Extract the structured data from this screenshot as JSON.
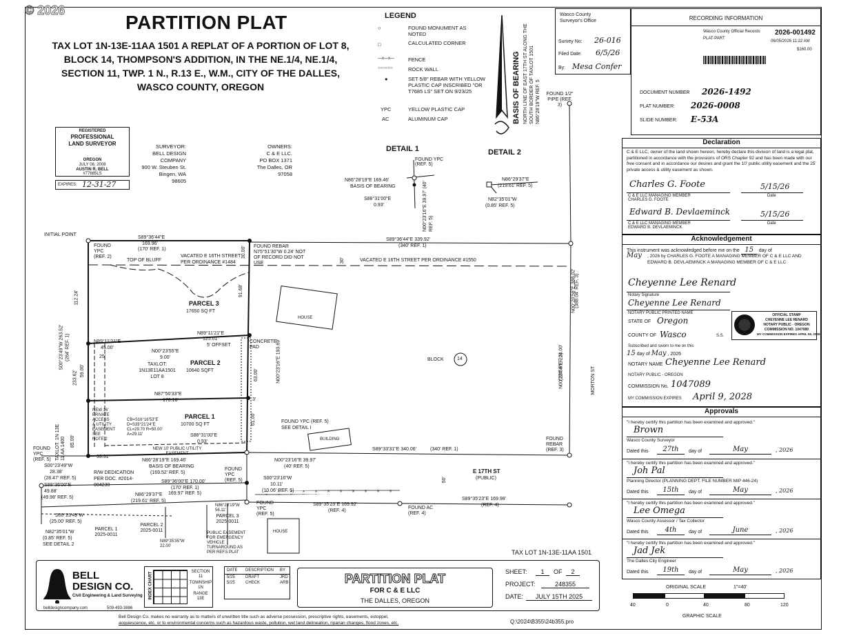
{
  "watermark": "© 2026",
  "title": {
    "main": "PARTITION PLAT",
    "lines": [
      "TAX LOT 1N-13E-11AA 1501 A REPLAT OF A PORTION OF LOT 8,",
      "BLOCK 14, THOMPSON'S ADDITION, IN THE NE.1/4, NE.1/4,",
      "SECTION 11, TWP. 1 N., R.13 E., W.M., CITY OF THE DALLES,",
      "WASCO COUNTY, OREGON"
    ]
  },
  "legend": {
    "title": "LEGEND",
    "items": [
      {
        "symbol": "○",
        "text": "FOUND MONUMENT AS NOTED"
      },
      {
        "symbol": "□",
        "text": "CALCULATED CORNER"
      },
      {
        "symbol": "—x—x—",
        "text": "FENCE"
      },
      {
        "symbol": "○○○○○○",
        "text": "ROCK WALL"
      },
      {
        "symbol": "●",
        "text": "SET 5/8\" REBAR WITH YELLOW PLASTIC CAP INSCRIBED \"OR T7685 LS\" SET ON 9/23/25"
      },
      {
        "symbol": "YPC",
        "text": "YELLOW PLASTIC CAP"
      },
      {
        "symbol": "AC",
        "text": "ALUMINUM CAP"
      }
    ]
  },
  "basis_of_bearing": {
    "title": "BASIS OF BEARING",
    "text": "NORTH LINE OF EAST 17TH ST ALONG THE SOUTH BORDER OF TAXLOT 1501 N86°28'19\"W REF. 5"
  },
  "surveyor_office": {
    "header": "Wasco County Surveyor's Office",
    "survey_label": "Survey No:",
    "survey_no": "26-016",
    "filed_label": "Filed Date:",
    "filed_date": "6/5/26",
    "by_label": "By:",
    "by": "Mesa Confer"
  },
  "recording": {
    "header": "RECORDING INFORMATION",
    "record_no": "2026-001492",
    "lines": [
      "Wasco County Official Records",
      "PLAT-PART",
      "06/05/2026 11:22 AM",
      "$160.00"
    ],
    "document_label": "DOCUMENT NUMBER",
    "document": "2026-1492",
    "plat_label": "PLAT NUMBER:",
    "plat": "2026-0008",
    "slide_label": "SLIDE NUMBER:",
    "slide": "E-53A"
  },
  "stamp": {
    "lines": [
      "REGISTERED",
      "PROFESSIONAL",
      "LAND SURVEYOR",
      "OREGON",
      "JULY 08, 2008",
      "AUSTIN R. BELL",
      "#77685LS"
    ],
    "expires_label": "EXPIRES:",
    "expires": "12-31-27"
  },
  "surveyor": {
    "label": "SURVEYOR:",
    "lines": [
      "BELL DESIGN COMPANY",
      "900 W. Steuben St.",
      "Bingen, WA",
      "98605"
    ]
  },
  "owners": {
    "label": "OWNERS:",
    "lines": [
      "C & E LLC.",
      "PO BOX 1371",
      "The Dalles, OR",
      "97058"
    ]
  },
  "details": {
    "d1_title": "DETAIL 1",
    "d1_found": "FOUND YPC (REF. 5)",
    "d1_bearing": "N86°28'19\"E 169.46'",
    "d1_basis": "BASIS OF BEARING",
    "d1_s88": "S88°31'00\"E",
    "d1_093": "0.93'",
    "d1_n00": "N00°23'16\"E 39.97' (40' REF. 5)",
    "d2_title": "DETAIL 2",
    "d2_n86": "N86°29'37\"E",
    "d2_219": "(219.61' REF. 5)",
    "d2_n82": "N82°35'01\"W",
    "d2_085": "(0.85' REF. 5)"
  },
  "plat": {
    "initial_point": "INITIAL POINT",
    "found_ypc_ref2": "FOUND YPC (REF. 2)",
    "top_bearing": "S89°36'44\"E",
    "top_dist": "169.96'",
    "top_ref": "(170' REF. 1)",
    "top_of_bluff": "TOP OF BLUFF",
    "vacated16_left": "VACATED E 16TH STREET PER ORDINANCE #1484",
    "found_rebar_note": "FOUND REBAR N75°51'30\"W 0.24' NOT OF RECORD DID NOT USE",
    "top_right_bearing": "S89°36'44\"E 339.92'",
    "top_right_ref": "(340' REF. 1)",
    "vacated16_right": "VACATED E 16TH STREET PER ORDINANCE #1550",
    "thirty": "30'",
    "found_pipe": "FOUND 1/2\" PIPE (REF. 3)",
    "parcel3": "PARCEL 3",
    "parcel3_area": "17650 SQ FT",
    "house": "HOUSE",
    "d9168": "91.68'",
    "d30": "30.00'",
    "left_112": "112.24'",
    "left_263": "S00°23'49\"W 263.52'",
    "left_ref": "(264' REF. 1)",
    "n89_11_21": "N89°11'21\"E",
    "d45": "45.00'",
    "n89_11_21_r": "N89°11'21\"E",
    "d125": "125.01'",
    "offset5": "5' OFFSET",
    "concrete_pad": "CONCRETE PAD",
    "n00_23_55": "N00°23'55\"E",
    "d9": "9.00'",
    "d25": "25'",
    "parcel2": "PARCEL 2",
    "parcel2_area": "10640 SQFT",
    "taxlot_note": "TAXLOT: 1N13E11AA1501 LOT 8",
    "d233": "233.62'",
    "d59": "59.00'",
    "d3": "3'",
    "n87_50_33": "N87°50'33\"E",
    "d170_16": "170.16'",
    "parcel1": "PARCEL 1",
    "parcel1_area": "10700 SQ FT",
    "curve": "CB=S16°16'53\"E D=S33°21'24\"E CL=29.70 R=50.00' A=29.11'",
    "new_private_easement": "NEW 16' PRIVATE ACCESS & UTILITY EASEMENT SEE NOTE 2",
    "new_public_easement": "NEW 10' PUBLIC UTILITY EASEMENT",
    "s88_31_00": "S88°31'00\"E",
    "d093": "0.93'",
    "d61": "61.00'",
    "d63": "63.00'",
    "right_193": "N00°23'16\"E 193.69'",
    "found_ypc_ref5_detail": "FOUND YPC (REF. 5) SEE DETAIL I",
    "building": "BUILDING",
    "block": "BLOCK",
    "block_no": "14",
    "n00_20_58_388": "N00°20'58\"E 388.02'",
    "ref_388": "(388.04' REF. 3)",
    "n00_20_58_224": "N00°20'58\"E 224.00'",
    "ref_224": "(224' REF. 3)",
    "morton": "MORTON ST",
    "found_rebar_ref3": "FOUND REBAR (REF. 3)",
    "s89_33_31": "S89°33'31\"E 340.06'",
    "ref_340": "(340' REF. 1)",
    "e17": "E 17TH ST",
    "public": "(PUBLIC)",
    "fifty": "50'",
    "taxlot_1400": "TAXLOT: 1N 13E 11 AA 1400",
    "d85": "85.00'",
    "d33": "33.31'",
    "found_ypc_ref5_a": "FOUND YPC (REF. 5)",
    "s00_23_49": "S00°23'49\"W",
    "d28_38": "28.38'",
    "ref_28_47": "(28.47' REF. 5)",
    "s89_36_00": "S89°36'00\"E",
    "d49_88": "49.88'",
    "ref_49_98": "(49.98' REF. 5)",
    "n86_28_19": "N86°28'19\"E 169.46'",
    "basis": "BASIS OF BEARING",
    "ref_169_52": "(169.52' REF. 5)",
    "rw_dedication": "R/W DEDICATION PER DOC. #2014-004230",
    "n00_23_16_40": "N00°23'16\"E 39.97'",
    "ref_40": "(40' REF. 5)",
    "found_ypc_ref5_b": "FOUND YPC (REF. 5)",
    "s89_36_00_170": "S89°36'00\"E 170.00'",
    "ref_170": "(170' REF. 1)",
    "ref_169_97": "169.97' REF. 5)",
    "n86_29_37": "N86°29'37\"E",
    "ref_219": "(219.61' REF. 5)",
    "s00_23_16": "S00°23'16\"W",
    "d10_11": "10.11'",
    "ref_10_06": "(10.06' REF. 5)",
    "found_ypc_ref5_c": "FOUND YPC (REF. 5)",
    "s89_35_23_l": "S89°35'23\"E 169.92'",
    "ref4_l": "(REF. 4)",
    "found_ac": "FOUND AC (REF. 4)",
    "s89_35_23_r": "S89°35'23\"E 169.98'",
    "ref4_r": "(REF. 4)",
    "s00_23_49_25": "S00°23'49\"W",
    "ref_25": "(25.00' REF. 5)",
    "n82_35_01": "N82°35'01\"W",
    "ref_085": "(0.85' REF. 5)",
    "see_detail2": "SEE DETAIL 2",
    "parcel1_2025": "PARCEL 1 2025-0011",
    "parcel2_2025": "PARCEL 2 2025-0011",
    "parcel3_2025": "PARCEL 3 2025-0011",
    "n86_28_19_56": "N86°28'19\"W 56.11'",
    "n89_35_35": "N89°35'35\"W 22.00'",
    "public_easement": "PUBLIC EASEMENT FOR EMERGENCY VEHICLE TURNAROUND AS PER REF.5 PLAT",
    "house2": "HOUSE",
    "taxlot_bottom": "TAX LOT 1N-13E-11AA 1501"
  },
  "declaration": {
    "title": "Declaration",
    "text": "C & E LLC, owner of the land shown hereon, hereby declare this division of land is a legal plat, partitioned in accordance with the provisions of ORS Chapter 92 and has been made with our free consent and in accordance our desires and grant the 10' public utility easement and the 25' private access & utility easement as shown.",
    "sig1": "Charles G. Foote",
    "date1": "5/15/26",
    "role1": "C & E LLC MANAGING MEMBER",
    "name1": "CHARLES G. FOOTE",
    "sig2": "Edward B. Devlaeminck",
    "date2": "5/15/26",
    "role2": "C & E LLC MANAGING MEMBER",
    "name2": "EDWARD B. DEVLAEMINCK",
    "date_label": "Date"
  },
  "acknowledgement": {
    "title": "Acknowledgement",
    "line1_a": "This instrument was acknowledged before me on the",
    "day": "15",
    "line1_b": "day of",
    "month": "May",
    "line2": ", 2026 by CHARLES G. FOOTE A MANAGING MEMBER OF C & E LLC AND EDWARD B. DEVLAEMINCK A MANAGING MEMBER OF C & E LLC",
    "notary_sig_label": "Notary Signature",
    "notary_sig": "Cheyenne Lee Renard",
    "notary_name_label": "NOTARY PUBLIC PRINTED NAME",
    "notary_name": "Cheyenne Lee Renard",
    "state_label": "STATE OF",
    "state": "Oregon",
    "county_label": "COUNTY OF",
    "county": "Wasco",
    "ss": "S.S.",
    "subscribed": "Subscribed and sworn to me on this",
    "sub_day": "15",
    "sub_dayof": "day of",
    "sub_month": "May",
    "sub_year": ", 2026",
    "notary_label": "NOTARY NAME",
    "notary": "Cheyenne Lee Renard",
    "np_oregon": "NOTARY PUBLIC - OREGON",
    "commission_label": "COMMISSION No.",
    "commission": "1047089",
    "expires_label": "MY COMMISSION EXPIRES",
    "expires": "April 9, 2028",
    "stamp": [
      "OFFICIAL STAMP",
      "CHEYENNE LEE RENARD",
      "NOTARY PUBLIC - OREGON",
      "COMMISSION NO. 1047089",
      "MY COMMISSION EXPIRES APRIL 09, 2028"
    ]
  },
  "approvals": {
    "title": "Approvals",
    "cert": "\"I hereby certify this partition has been examined and approved.\"",
    "dated": "Dated this",
    "dayof": "day of",
    "items": [
      {
        "sig": "Brown",
        "role": "Wasco County Surveyor",
        "day": "27th",
        "month": "May",
        "year": ", 2026"
      },
      {
        "sig": "Joh Pal",
        "role": "Planning Director (PLANNING DEPT. FILE NUMBER MIP 446-24)",
        "day": "15th",
        "month": "May",
        "year": ", 2026"
      },
      {
        "sig": "Lee Omega",
        "role": "Wasco County Assessor / Tax Collector",
        "day": "4th",
        "month": "June",
        "year": ", 2026"
      },
      {
        "sig": "Jad Jek",
        "role": "The Dalles City Engineer",
        "day": "19th",
        "month": "May",
        "year": ", 2026"
      }
    ]
  },
  "scale": {
    "original": "ORIGINAL SCALE",
    "ratio": "1\"=40'",
    "ticks": [
      "40",
      "0",
      "40",
      "80",
      "120"
    ],
    "label": "GRAPHIC SCALE"
  },
  "title_block": {
    "company": "BELL DESIGN CO.",
    "sub": "Civil Engineering & Land Surveying",
    "web": "belldesigncompany.com",
    "phone": "509-493-3886",
    "index_chart": "INDEX CHART",
    "section": "SECTION",
    "section_no": "11",
    "township": "TOWNSHIP",
    "township_no": "1N",
    "range": "RANGE",
    "range_no": "13E",
    "rev_headers": [
      "DATE",
      "DESCRIPTION",
      "BY"
    ],
    "rev_rows": [
      [
        "5/25",
        "DRAFT",
        "JRD"
      ],
      [
        "5/25",
        "CHECK",
        "ARB"
      ]
    ],
    "plat_title": "PARTITION PLAT",
    "for": "FOR C & E LLC",
    "city": "THE DALLES, OREGON",
    "sheet_label": "SHEET:",
    "sheet": "1",
    "of": "OF",
    "sheets": "2",
    "project_label": "PROJECT:",
    "project": "248355",
    "date_label": "DATE:",
    "date": "JULY 15TH 2025",
    "disclaimer1": "Bell Design Co. makes no warranty as to matters of unwritten title such as adverse possession, prescriptive rights, easements, estoppel,",
    "disclaimer2": "acquiescence, etc. or to environmental concerns such as hazardous waste, pollution, wet land delineation, riparian changes, flood zones, etc.",
    "path": "Q:\\2024\\B355\\24b355.pro"
  }
}
